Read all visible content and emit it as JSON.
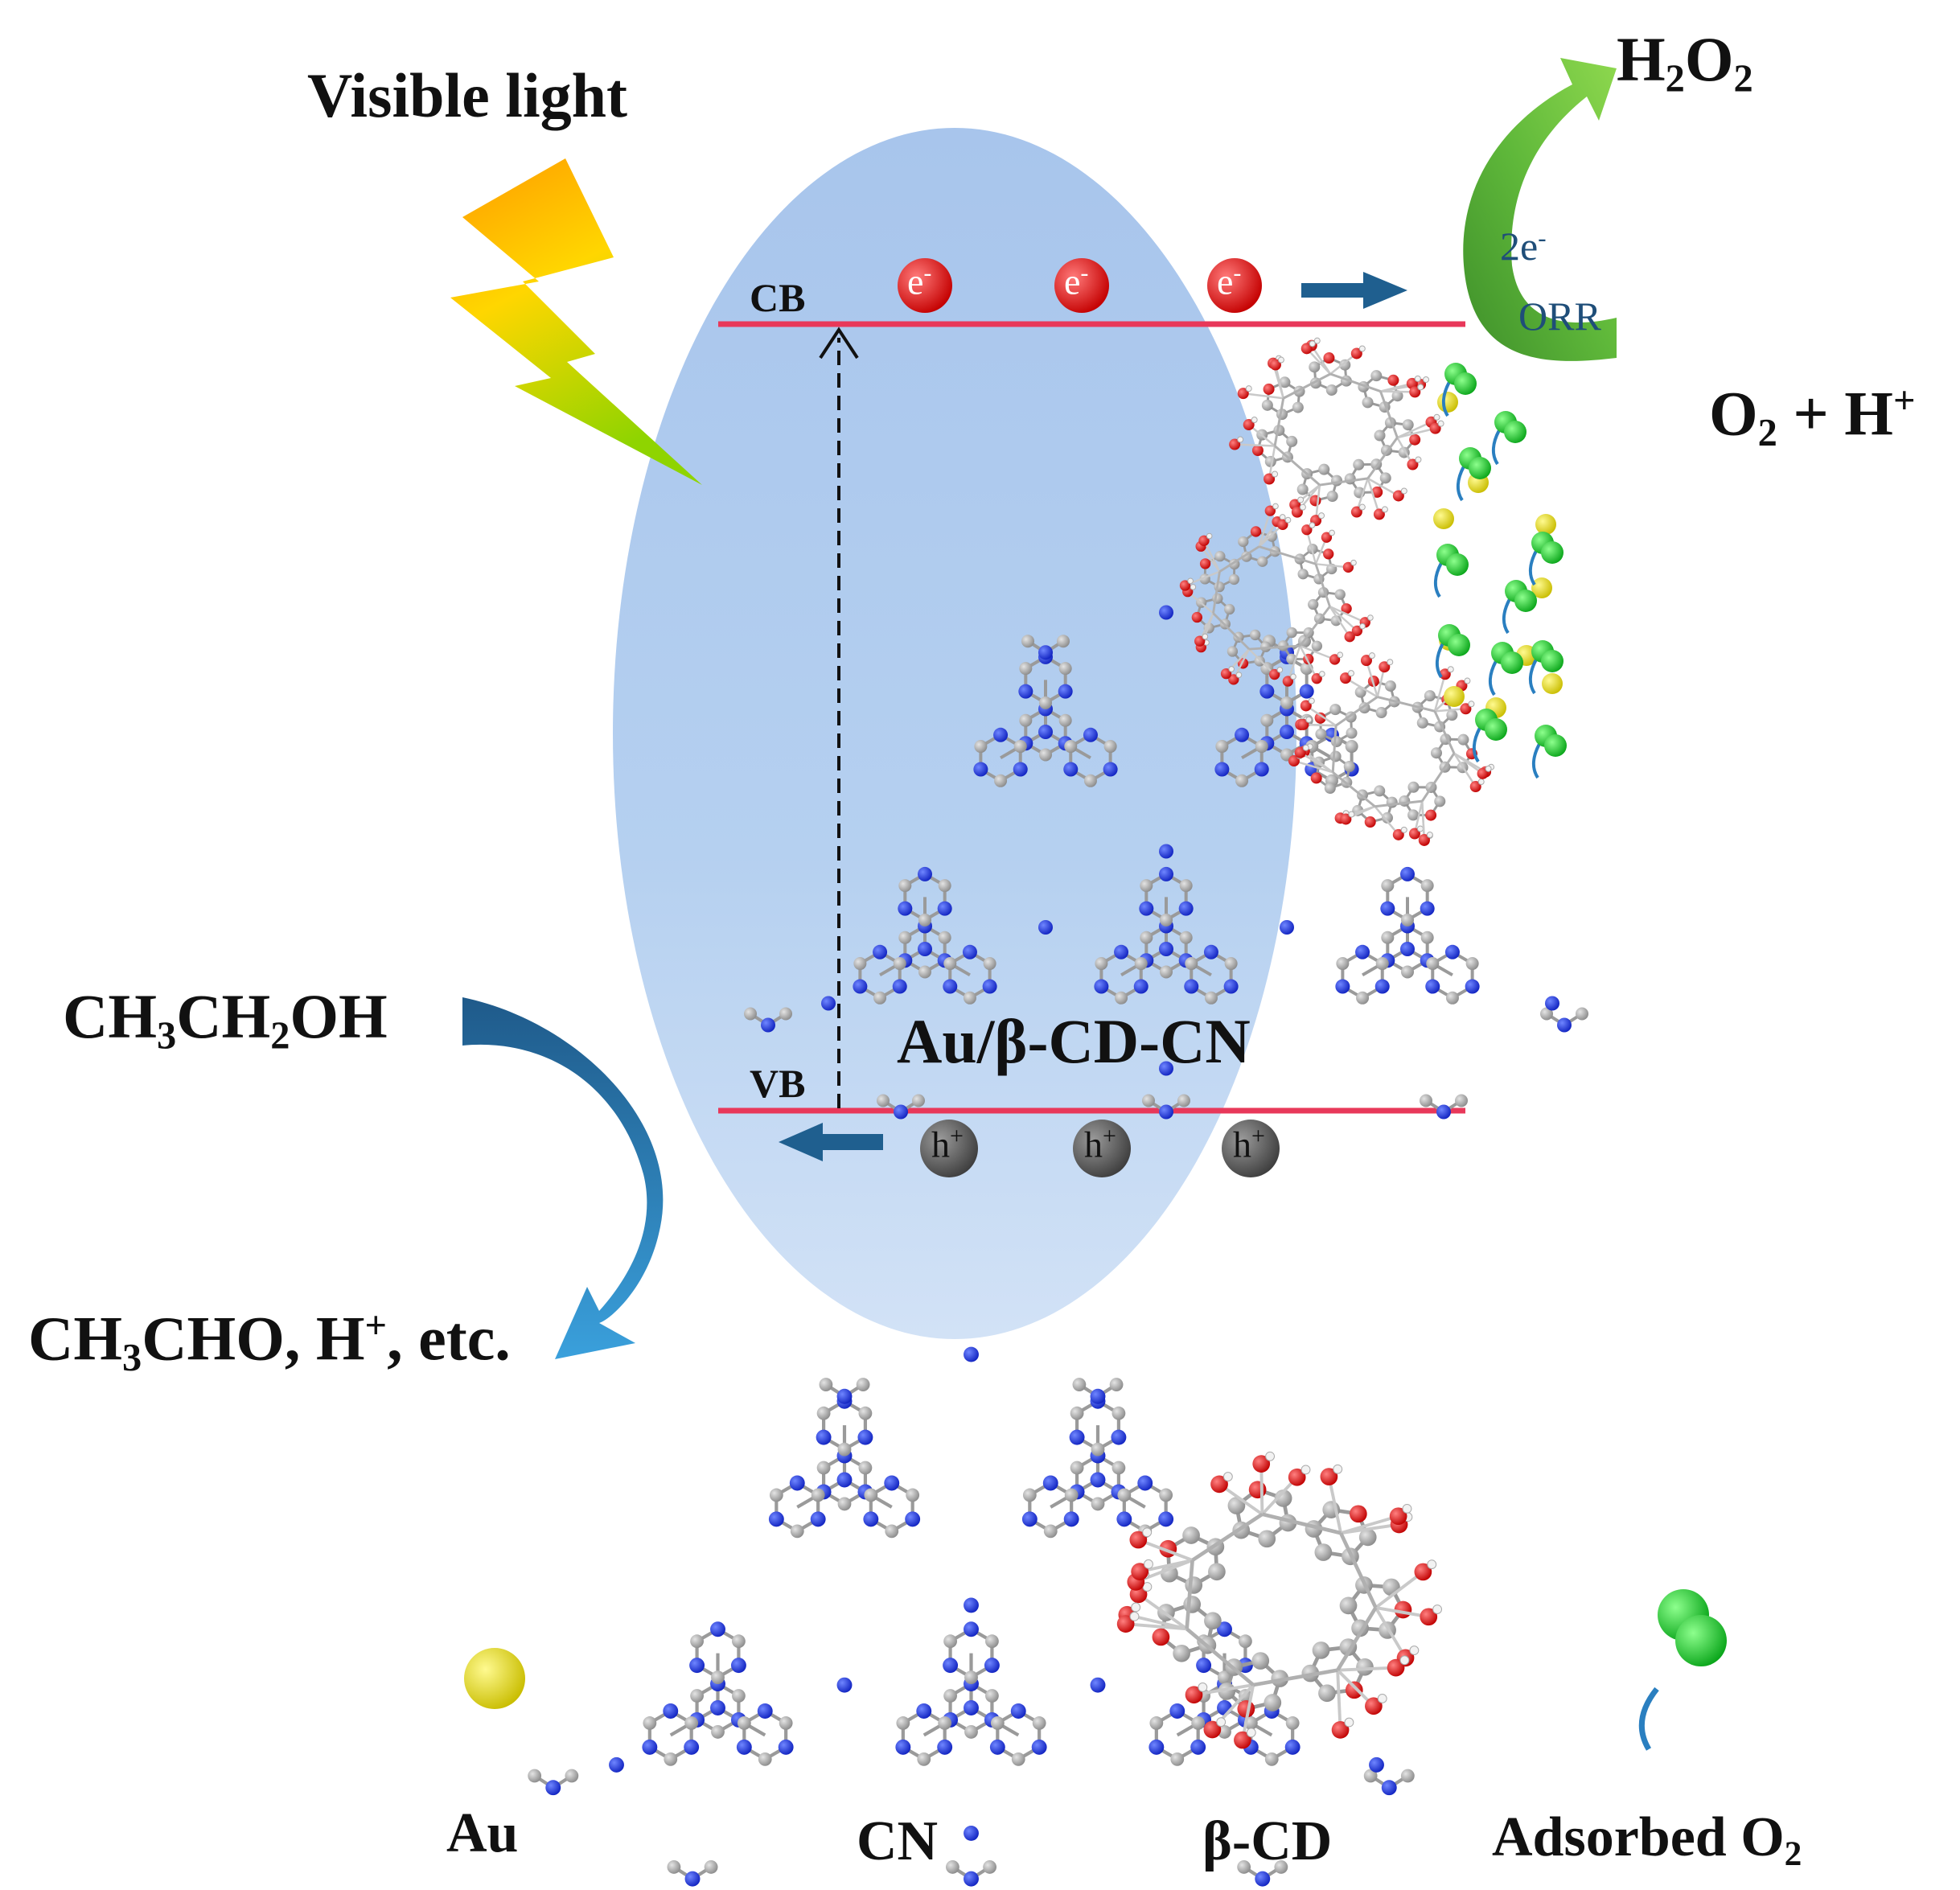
{
  "light_label": "Visible light",
  "material_label": "Au/β-CD-CN",
  "bands": {
    "cb": "CB",
    "vb": "VB"
  },
  "carriers": {
    "electron": "e",
    "electron_sign": "-",
    "hole": "h",
    "hole_sign": "+"
  },
  "orr": {
    "line1": "2e",
    "line1_sup": "-",
    "line2": "ORR"
  },
  "products": {
    "h2o2": {
      "a": "H",
      "a_sub": "2",
      "b": "O",
      "b_sub": "2"
    },
    "o2_h": {
      "a": "O",
      "a_sub": "2",
      "b": " + H",
      "b_sup": "+"
    },
    "ethanol": {
      "a": "CH",
      "a_sub": "3",
      "b": "CH",
      "b_sub": "2",
      "c": "OH"
    },
    "acetaldehyde": {
      "a": "CH",
      "a_sub": "3",
      "b": "CHO, H",
      "b_sup": "+",
      "c": ", etc."
    }
  },
  "legend": {
    "au": "Au",
    "cn": "CN",
    "bcd": "β-CD",
    "o2": "Adsorbed  O",
    "o2_sub": "2"
  },
  "colors": {
    "ellipse": "#b3cdeb",
    "band_line": "#e8385a",
    "electron": "#e01818",
    "hole": "#5a5a5a",
    "green_arrow": "#5fb73c",
    "blue_arrow": "#2a7fc0",
    "flow_arrow": "#1f5f8f",
    "au": "#e5dc00",
    "o2": "#1fcf2b",
    "nitrogen": "#1f37e0",
    "carbon": "#b5b5b5",
    "oxygen": "#e51d1d"
  }
}
